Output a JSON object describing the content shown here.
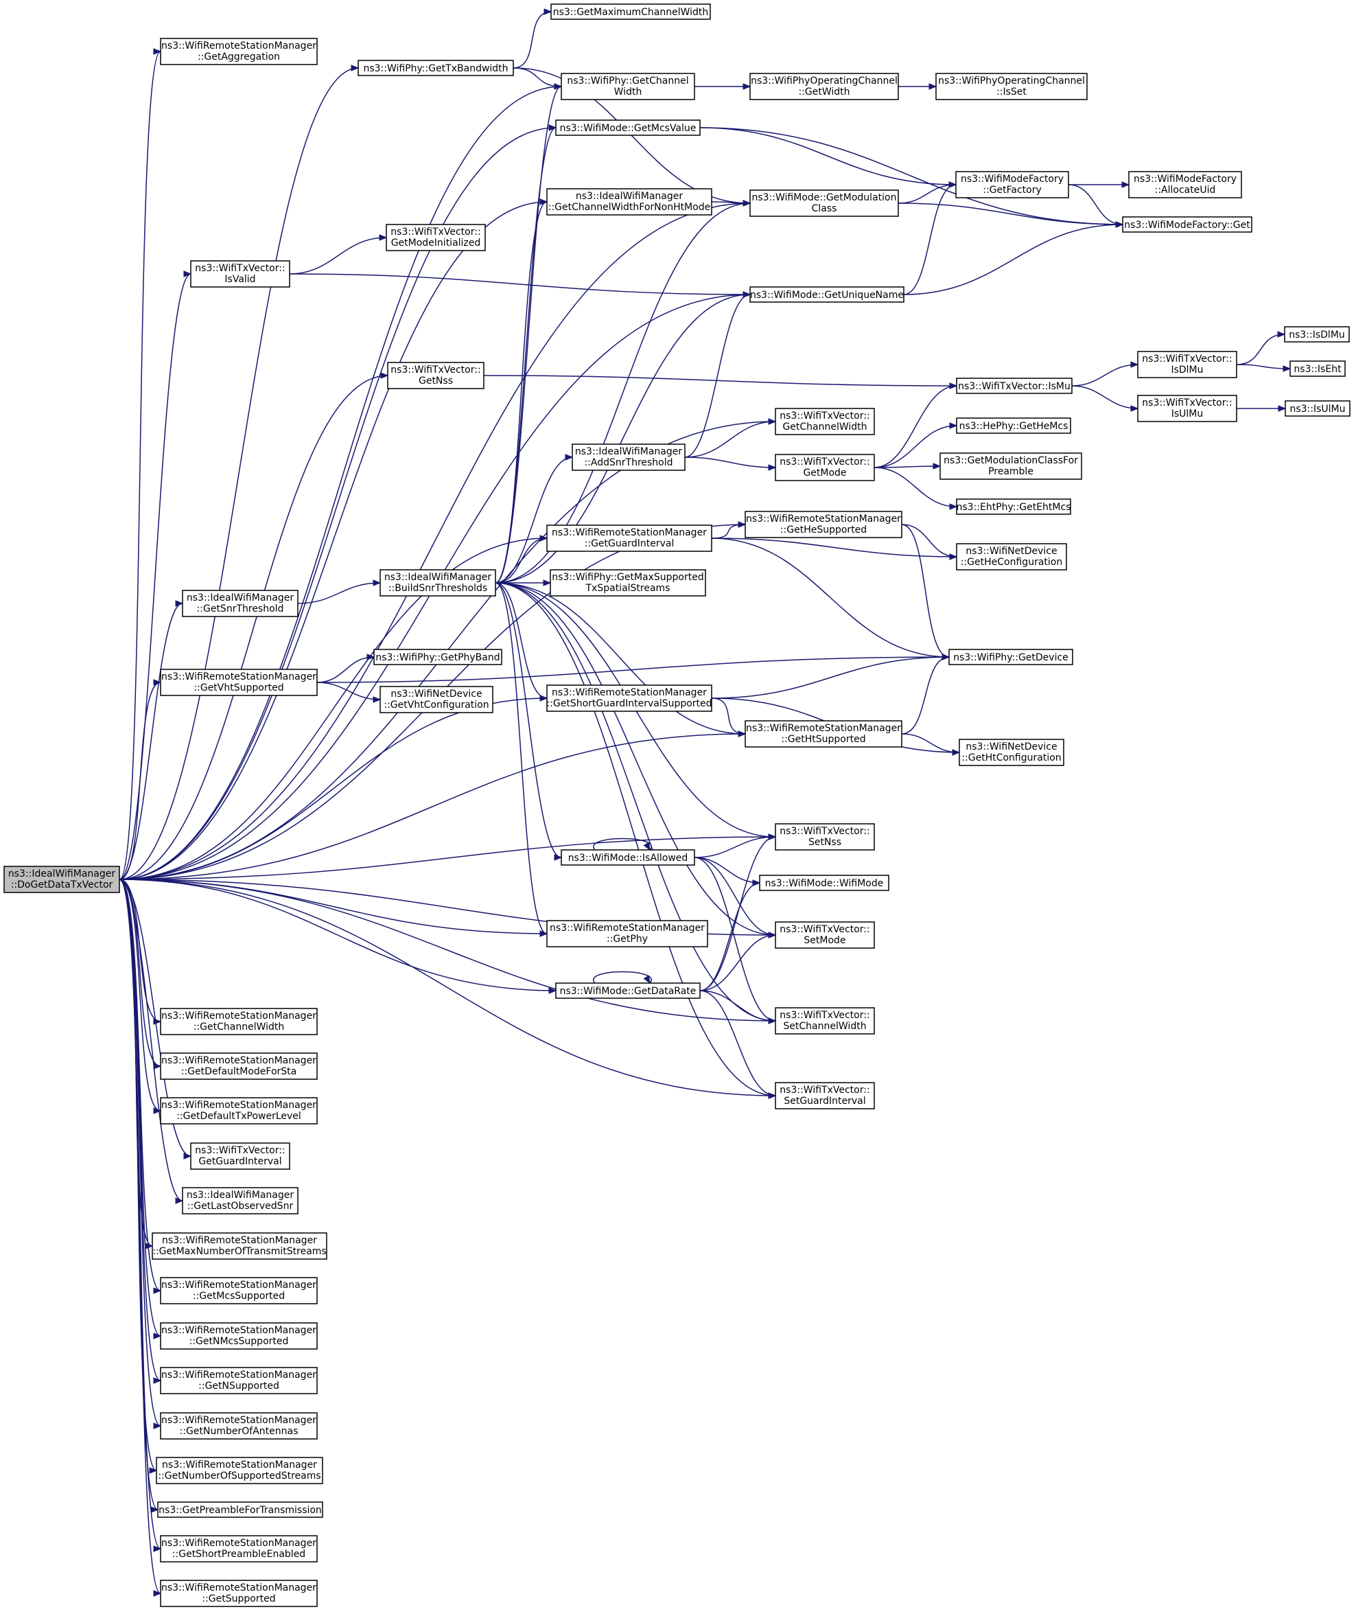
{
  "diagram": {
    "type": "call-graph",
    "nodes": [
      {
        "id": "root",
        "lines": [
          "ns3::IdealWifiManager",
          "::DoGetDataTxVector"
        ],
        "root": true
      },
      {
        "id": "getAggregation",
        "lines": [
          "ns3::WifiRemoteStationManager",
          "::GetAggregation"
        ]
      },
      {
        "id": "getTxBandwidth",
        "lines": [
          "ns3::WifiPhy::GetTxBandwidth"
        ]
      },
      {
        "id": "getMaximumChannelWidth",
        "lines": [
          "ns3::GetMaximumChannelWidth"
        ]
      },
      {
        "id": "phyGetChannelWidth",
        "lines": [
          "ns3::WifiPhy::GetChannel",
          "Width"
        ]
      },
      {
        "id": "opChanGetWidth",
        "lines": [
          "ns3::WifiPhyOperatingChannel",
          "::GetWidth"
        ]
      },
      {
        "id": "opChanIsSet",
        "lines": [
          "ns3::WifiPhyOperatingChannel",
          "::IsSet"
        ]
      },
      {
        "id": "getMcsValue",
        "lines": [
          "ns3::WifiMode::GetMcsValue"
        ]
      },
      {
        "id": "getChannelWidthForNonHtMode",
        "lines": [
          "ns3::IdealWifiManager",
          "::GetChannelWidthForNonHtMode"
        ]
      },
      {
        "id": "getModulationClass",
        "lines": [
          "ns3::WifiMode::GetModulation",
          "Class"
        ]
      },
      {
        "id": "getFactory",
        "lines": [
          "ns3::WifiModeFactory",
          "::GetFactory"
        ]
      },
      {
        "id": "allocateUid",
        "lines": [
          "ns3::WifiModeFactory",
          "::AllocateUid"
        ]
      },
      {
        "id": "factoryGet",
        "lines": [
          "ns3::WifiModeFactory::Get"
        ]
      },
      {
        "id": "txIsValid",
        "lines": [
          "ns3::WifiTxVector::",
          "IsValid"
        ]
      },
      {
        "id": "getModeInitialized",
        "lines": [
          "ns3::WifiTxVector::",
          "GetModeInitialized"
        ]
      },
      {
        "id": "getUniqueName",
        "lines": [
          "ns3::WifiMode::GetUniqueName"
        ]
      },
      {
        "id": "txGetNss",
        "lines": [
          "ns3::WifiTxVector::",
          "GetNss"
        ]
      },
      {
        "id": "txIsMu",
        "lines": [
          "ns3::WifiTxVector::IsMu"
        ]
      },
      {
        "id": "txIsDlMu",
        "lines": [
          "ns3::WifiTxVector::",
          "IsDlMu"
        ]
      },
      {
        "id": "isDlMu",
        "lines": [
          "ns3::IsDlMu"
        ]
      },
      {
        "id": "isEht",
        "lines": [
          "ns3::IsEht"
        ]
      },
      {
        "id": "txIsUlMu",
        "lines": [
          "ns3::WifiTxVector::",
          "IsUlMu"
        ]
      },
      {
        "id": "isUlMu",
        "lines": [
          "ns3::IsUlMu"
        ]
      },
      {
        "id": "txGetChannelWidth",
        "lines": [
          "ns3::WifiTxVector::",
          "GetChannelWidth"
        ]
      },
      {
        "id": "addSnrThreshold",
        "lines": [
          "ns3::IdealWifiManager",
          "::AddSnrThreshold"
        ]
      },
      {
        "id": "txGetMode",
        "lines": [
          "ns3::WifiTxVector::",
          "GetMode"
        ]
      },
      {
        "id": "getHeMcs",
        "lines": [
          "ns3::HePhy::GetHeMcs"
        ]
      },
      {
        "id": "getModClassForPreamble",
        "lines": [
          "ns3::GetModulationClassFor",
          "Preamble"
        ]
      },
      {
        "id": "getEhtMcs",
        "lines": [
          "ns3::EhtPhy::GetEhtMcs"
        ]
      },
      {
        "id": "getHeSupported",
        "lines": [
          "ns3::WifiRemoteStationManager",
          "::GetHeSupported"
        ]
      },
      {
        "id": "getGuardInterval",
        "lines": [
          "ns3::WifiRemoteStationManager",
          "::GetGuardInterval"
        ]
      },
      {
        "id": "getHeConfiguration",
        "lines": [
          "ns3::WifiNetDevice",
          "::GetHeConfiguration"
        ]
      },
      {
        "id": "getSnrThreshold",
        "lines": [
          "ns3::IdealWifiManager",
          "::GetSnrThreshold"
        ]
      },
      {
        "id": "buildSnrThresholds",
        "lines": [
          "ns3::IdealWifiManager",
          "::BuildSnrThresholds"
        ]
      },
      {
        "id": "getMaxSupportedTxSpatialStreams",
        "lines": [
          "ns3::WifiPhy::GetMaxSupported",
          "TxSpatialStreams"
        ]
      },
      {
        "id": "getVhtSupported",
        "lines": [
          "ns3::WifiRemoteStationManager",
          "::GetVhtSupported"
        ]
      },
      {
        "id": "getPhyBand",
        "lines": [
          "ns3::WifiPhy::GetPhyBand"
        ]
      },
      {
        "id": "getVhtConfiguration",
        "lines": [
          "ns3::WifiNetDevice",
          "::GetVhtConfiguration"
        ]
      },
      {
        "id": "getDevice",
        "lines": [
          "ns3::WifiPhy::GetDevice"
        ]
      },
      {
        "id": "getShortGISupported",
        "lines": [
          "ns3::WifiRemoteStationManager",
          "::GetShortGuardIntervalSupported"
        ]
      },
      {
        "id": "getHtSupported",
        "lines": [
          "ns3::WifiRemoteStationManager",
          "::GetHtSupported"
        ]
      },
      {
        "id": "getHtConfiguration",
        "lines": [
          "ns3::WifiNetDevice",
          "::GetHtConfiguration"
        ]
      },
      {
        "id": "setNss",
        "lines": [
          "ns3::WifiTxVector::",
          "SetNss"
        ]
      },
      {
        "id": "isAllowed",
        "lines": [
          "ns3::WifiMode::IsAllowed"
        ]
      },
      {
        "id": "wifiMode",
        "lines": [
          "ns3::WifiMode::WifiMode"
        ]
      },
      {
        "id": "getPhy",
        "lines": [
          "ns3::WifiRemoteStationManager",
          "::GetPhy"
        ]
      },
      {
        "id": "setMode",
        "lines": [
          "ns3::WifiTxVector::",
          "SetMode"
        ]
      },
      {
        "id": "getDataRate",
        "lines": [
          "ns3::WifiMode::GetDataRate"
        ]
      },
      {
        "id": "setChannelWidth",
        "lines": [
          "ns3::WifiTxVector::",
          "SetChannelWidth"
        ]
      },
      {
        "id": "setGuardInterval",
        "lines": [
          "ns3::WifiTxVector::",
          "SetGuardInterval"
        ]
      },
      {
        "id": "rsmGetChannelWidth",
        "lines": [
          "ns3::WifiRemoteStationManager",
          "::GetChannelWidth"
        ]
      },
      {
        "id": "getDefaultModeForSta",
        "lines": [
          "ns3::WifiRemoteStationManager",
          "::GetDefaultModeForSta"
        ]
      },
      {
        "id": "getDefaultTxPowerLevel",
        "lines": [
          "ns3::WifiRemoteStationManager",
          "::GetDefaultTxPowerLevel"
        ]
      },
      {
        "id": "txGetGuardInterval",
        "lines": [
          "ns3::WifiTxVector::",
          "GetGuardInterval"
        ]
      },
      {
        "id": "getLastObservedSnr",
        "lines": [
          "ns3::IdealWifiManager",
          "::GetLastObservedSnr"
        ]
      },
      {
        "id": "getMaxNumberOfTransmitStreams",
        "lines": [
          "ns3::WifiRemoteStationManager",
          "::GetMaxNumberOfTransmitStreams"
        ]
      },
      {
        "id": "getMcsSupported",
        "lines": [
          "ns3::WifiRemoteStationManager",
          "::GetMcsSupported"
        ]
      },
      {
        "id": "getNMcsSupported",
        "lines": [
          "ns3::WifiRemoteStationManager",
          "::GetNMcsSupported"
        ]
      },
      {
        "id": "getNSupported",
        "lines": [
          "ns3::WifiRemoteStationManager",
          "::GetNSupported"
        ]
      },
      {
        "id": "getNumberOfAntennas",
        "lines": [
          "ns3::WifiRemoteStationManager",
          "::GetNumberOfAntennas"
        ]
      },
      {
        "id": "getNumberOfSupportedStreams",
        "lines": [
          "ns3::WifiRemoteStationManager",
          "::GetNumberOfSupportedStreams"
        ]
      },
      {
        "id": "getPreambleForTransmission",
        "lines": [
          "ns3::GetPreambleForTransmission"
        ]
      },
      {
        "id": "getShortPreambleEnabled",
        "lines": [
          "ns3::WifiRemoteStationManager",
          "::GetShortPreambleEnabled"
        ]
      },
      {
        "id": "getSupported",
        "lines": [
          "ns3::WifiRemoteStationManager",
          "::GetSupported"
        ]
      }
    ],
    "edges": [
      [
        "root",
        "getAggregation"
      ],
      [
        "root",
        "getTxBandwidth"
      ],
      [
        "root",
        "phyGetChannelWidth"
      ],
      [
        "root",
        "getMcsValue"
      ],
      [
        "root",
        "getChannelWidthForNonHtMode"
      ],
      [
        "root",
        "getModulationClass"
      ],
      [
        "root",
        "txIsValid"
      ],
      [
        "root",
        "getUniqueName"
      ],
      [
        "root",
        "txGetNss"
      ],
      [
        "root",
        "txGetChannelWidth"
      ],
      [
        "root",
        "getHeSupported"
      ],
      [
        "root",
        "getGuardInterval"
      ],
      [
        "root",
        "getSnrThreshold"
      ],
      [
        "root",
        "getVhtSupported"
      ],
      [
        "root",
        "getShortGISupported"
      ],
      [
        "root",
        "getHtSupported"
      ],
      [
        "root",
        "setNss"
      ],
      [
        "root",
        "getDataRate"
      ],
      [
        "root",
        "getPhy"
      ],
      [
        "root",
        "setMode"
      ],
      [
        "root",
        "setChannelWidth"
      ],
      [
        "root",
        "setGuardInterval"
      ],
      [
        "root",
        "rsmGetChannelWidth"
      ],
      [
        "root",
        "getDefaultModeForSta"
      ],
      [
        "root",
        "getDefaultTxPowerLevel"
      ],
      [
        "root",
        "txGetGuardInterval"
      ],
      [
        "root",
        "getLastObservedSnr"
      ],
      [
        "root",
        "getMaxNumberOfTransmitStreams"
      ],
      [
        "root",
        "getMcsSupported"
      ],
      [
        "root",
        "getNMcsSupported"
      ],
      [
        "root",
        "getNSupported"
      ],
      [
        "root",
        "getNumberOfAntennas"
      ],
      [
        "root",
        "getNumberOfSupportedStreams"
      ],
      [
        "root",
        "getPreambleForTransmission"
      ],
      [
        "root",
        "getShortPreambleEnabled"
      ],
      [
        "root",
        "getSupported"
      ],
      [
        "getTxBandwidth",
        "getMaximumChannelWidth"
      ],
      [
        "getTxBandwidth",
        "phyGetChannelWidth"
      ],
      [
        "getTxBandwidth",
        "getModulationClass"
      ],
      [
        "phyGetChannelWidth",
        "opChanGetWidth"
      ],
      [
        "opChanGetWidth",
        "opChanIsSet"
      ],
      [
        "getMcsValue",
        "getFactory"
      ],
      [
        "getMcsValue",
        "factoryGet"
      ],
      [
        "getChannelWidthForNonHtMode",
        "getModulationClass"
      ],
      [
        "getModulationClass",
        "getFactory"
      ],
      [
        "getModulationClass",
        "factoryGet"
      ],
      [
        "getFactory",
        "allocateUid"
      ],
      [
        "getFactory",
        "factoryGet"
      ],
      [
        "txIsValid",
        "getModeInitialized"
      ],
      [
        "txIsValid",
        "getUniqueName"
      ],
      [
        "getUniqueName",
        "getFactory"
      ],
      [
        "getUniqueName",
        "factoryGet"
      ],
      [
        "txGetNss",
        "txIsMu"
      ],
      [
        "txIsMu",
        "txIsDlMu"
      ],
      [
        "txIsMu",
        "txIsUlMu"
      ],
      [
        "txIsDlMu",
        "isDlMu"
      ],
      [
        "txIsDlMu",
        "isEht"
      ],
      [
        "txIsUlMu",
        "isUlMu"
      ],
      [
        "addSnrThreshold",
        "getUniqueName"
      ],
      [
        "addSnrThreshold",
        "txGetChannelWidth"
      ],
      [
        "addSnrThreshold",
        "txGetMode"
      ],
      [
        "txGetMode",
        "txIsMu"
      ],
      [
        "txGetMode",
        "getHeMcs"
      ],
      [
        "txGetMode",
        "getModClassForPreamble"
      ],
      [
        "txGetMode",
        "getEhtMcs"
      ],
      [
        "getGuardInterval",
        "getHeSupported"
      ],
      [
        "getGuardInterval",
        "getHeConfiguration"
      ],
      [
        "getGuardInterval",
        "getDevice"
      ],
      [
        "getHeSupported",
        "getHeConfiguration"
      ],
      [
        "getHeSupported",
        "getDevice"
      ],
      [
        "getSnrThreshold",
        "buildSnrThresholds"
      ],
      [
        "buildSnrThresholds",
        "phyGetChannelWidth"
      ],
      [
        "buildSnrThresholds",
        "getMcsValue"
      ],
      [
        "buildSnrThresholds",
        "getChannelWidthForNonHtMode"
      ],
      [
        "buildSnrThresholds",
        "getModulationClass"
      ],
      [
        "buildSnrThresholds",
        "getUniqueName"
      ],
      [
        "buildSnrThresholds",
        "addSnrThreshold"
      ],
      [
        "buildSnrThresholds",
        "getGuardInterval"
      ],
      [
        "buildSnrThresholds",
        "getMaxSupportedTxSpatialStreams"
      ],
      [
        "buildSnrThresholds",
        "getShortGISupported"
      ],
      [
        "buildSnrThresholds",
        "getHtSupported"
      ],
      [
        "buildSnrThresholds",
        "setNss"
      ],
      [
        "buildSnrThresholds",
        "isAllowed"
      ],
      [
        "buildSnrThresholds",
        "getPhy"
      ],
      [
        "buildSnrThresholds",
        "setMode"
      ],
      [
        "buildSnrThresholds",
        "setChannelWidth"
      ],
      [
        "buildSnrThresholds",
        "setGuardInterval"
      ],
      [
        "getVhtSupported",
        "getPhyBand"
      ],
      [
        "getVhtSupported",
        "getVhtConfiguration"
      ],
      [
        "getVhtSupported",
        "getDevice"
      ],
      [
        "getShortGISupported",
        "getDevice"
      ],
      [
        "getShortGISupported",
        "getHtSupported"
      ],
      [
        "getShortGISupported",
        "getHtConfiguration"
      ],
      [
        "getHtSupported",
        "getDevice"
      ],
      [
        "getHtSupported",
        "getHtConfiguration"
      ],
      [
        "isAllowed",
        "isAllowed"
      ],
      [
        "isAllowed",
        "setNss"
      ],
      [
        "isAllowed",
        "wifiMode"
      ],
      [
        "isAllowed",
        "setMode"
      ],
      [
        "isAllowed",
        "setChannelWidth"
      ],
      [
        "getDataRate",
        "getDataRate"
      ],
      [
        "getDataRate",
        "setNss"
      ],
      [
        "getDataRate",
        "wifiMode"
      ],
      [
        "getDataRate",
        "setMode"
      ],
      [
        "getDataRate",
        "setChannelWidth"
      ],
      [
        "getDataRate",
        "setGuardInterval"
      ]
    ]
  }
}
